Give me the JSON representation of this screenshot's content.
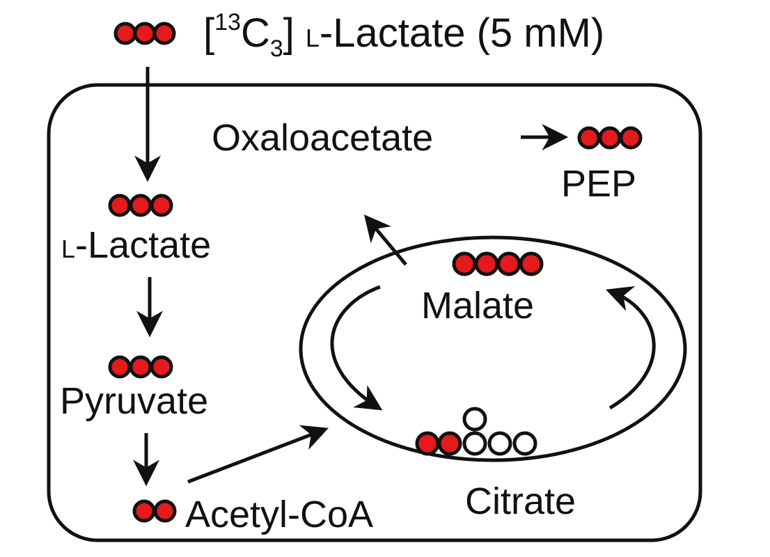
{
  "colors": {
    "labeled_atom": "#e41a1c",
    "unlabeled_atom": "#ffffff",
    "ink": "#111111",
    "background": "#ffffff"
  },
  "tracer": {
    "bracket_open": "[",
    "mass": "13",
    "element": "C",
    "count": "3",
    "bracket_close": "]",
    "prefix": "L",
    "name": "-Lactate (5 mM)",
    "atoms": [
      "labeled",
      "labeled",
      "labeled"
    ]
  },
  "nodes": {
    "lactate": {
      "prefix": "L",
      "name": "-Lactate",
      "atoms": [
        "labeled",
        "labeled",
        "labeled"
      ]
    },
    "pyruvate": {
      "name": "Pyruvate",
      "atoms": [
        "labeled",
        "labeled",
        "labeled"
      ]
    },
    "acetyl_coa": {
      "name": "Acetyl-CoA",
      "atoms": [
        "labeled",
        "labeled"
      ]
    },
    "citrate": {
      "name": "Citrate",
      "atoms": [
        "labeled",
        "labeled",
        "unlabeled",
        "unlabeled",
        "unlabeled",
        "unlabeled"
      ]
    },
    "malate": {
      "name": "Malate",
      "atoms": [
        "labeled",
        "labeled",
        "labeled",
        "labeled"
      ]
    },
    "oxaloacetate": {
      "name": "Oxaloacetate"
    },
    "pep": {
      "name": "PEP",
      "atoms": [
        "labeled",
        "labeled",
        "labeled"
      ]
    }
  }
}
